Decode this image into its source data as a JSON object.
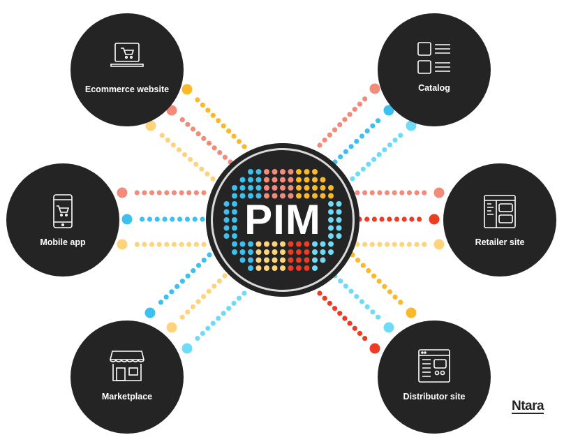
{
  "hub": {
    "label": "PIM"
  },
  "nodes": [
    {
      "label": "Ecommerce website",
      "icon": "laptop-cart-icon"
    },
    {
      "label": "Catalog",
      "icon": "catalog-grid-icon"
    },
    {
      "label": "Mobile app",
      "icon": "phone-cart-icon"
    },
    {
      "label": "Retailer site",
      "icon": "browser-layout-icon"
    },
    {
      "label": "Marketplace",
      "icon": "storefront-icon"
    },
    {
      "label": "Distributor site",
      "icon": "browser-window-icon"
    }
  ],
  "brand": {
    "logo": "Ntara"
  },
  "colors": {
    "dark": "#242424",
    "salmon": "#f28b7a",
    "yellow": "#fbb829",
    "lightyellow": "#fdd47c",
    "blue": "#3cc0ef",
    "cyan": "#6fdcf7",
    "red": "#ee3b24"
  }
}
